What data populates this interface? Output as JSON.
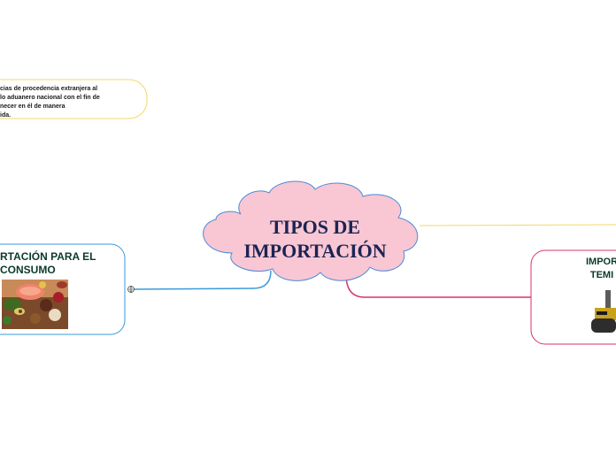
{
  "center": {
    "title": "TIPOS DE\nIMPORTACIÓN"
  },
  "note": {
    "text": "cias de procedencia extranjera al\nlo aduanero nacional con el fin de\nnecer en él de manera\nida."
  },
  "left_node": {
    "title": "RTACIÓN PARA EL\nCONSUMO",
    "image": "food-photo"
  },
  "right_node": {
    "title": "IMPOR\nTEMI",
    "image": "machinery-photo"
  },
  "colors": {
    "cloud_fill": "#f9c6d3",
    "cloud_stroke": "#4a8ad6",
    "left_branch": "#3a9ad9",
    "right_branch": "#d8326c",
    "top_branch": "#f2d86a",
    "title_text": "#1b2454"
  }
}
